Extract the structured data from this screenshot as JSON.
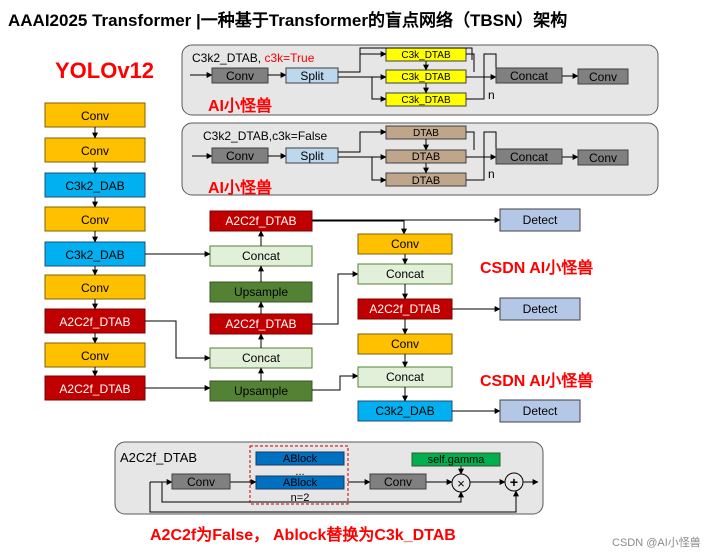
{
  "title": "AAAI2025 Transformer |一种基于Transformer的盲点网络（TBSN）架构",
  "model_label": "YOLOv12",
  "watermark_panel": "AI小怪兽",
  "watermark_csdn": "CSDN AI小怪兽",
  "footer_note": "A2C2f为False， Ablock替换为C3k_DTAB",
  "credit": "CSDN @AI小怪兽",
  "colors": {
    "conv": "#FFC000",
    "c3k2": "#00B0F0",
    "a2c2f": "#C00000",
    "concat": "#E2F0D9",
    "upsample": "#548235",
    "detect": "#B4C7E7",
    "gray": "#808080",
    "panel": "#E7E6E6",
    "dtab_true": "#FFFF00",
    "dtab_false": "#BFA58A",
    "ablock": "#0070C0",
    "gamma": "#00B050",
    "red_text": "#FF0000"
  },
  "panel_true": {
    "header_plain": "C3k2_DTAB, ",
    "header_flag": "c3k=True",
    "conv_in": "Conv",
    "split": "Split",
    "branches": [
      "C3k_DTAB",
      "C3k_DTAB",
      "C3k_DTAB"
    ],
    "concat": "Concat",
    "conv_out": "Conv",
    "n": "n"
  },
  "panel_false": {
    "header": "C3k2_DTAB,c3k=False",
    "conv_in": "Conv",
    "split": "Split",
    "branches": [
      "DTAB",
      "DTAB",
      "DTAB"
    ],
    "concat": "Concat",
    "conv_out": "Conv",
    "n": "n"
  },
  "backbone": [
    "Conv",
    "Conv",
    "C3k2_DAB",
    "Conv",
    "C3k2_DAB",
    "Conv",
    "A2C2f_DTAB",
    "Conv",
    "A2C2f_DTAB"
  ],
  "neck_mid": [
    "A2C2f_DTAB",
    "Concat",
    "Upsample",
    "A2C2f_DTAB",
    "Concat",
    "Upsample"
  ],
  "neck_right": [
    "Conv",
    "Concat",
    "A2C2f_DTAB",
    "Conv",
    "Concat",
    "C3k2_DAB"
  ],
  "detect": [
    "Detect",
    "Detect",
    "Detect"
  ],
  "a2c2f_panel": {
    "header": "A2C2f_DTAB",
    "conv_in": "Conv",
    "ablock": "ABlock",
    "dots": "...",
    "repeat": "n=2",
    "conv_out": "Conv",
    "gamma": "self.gamma",
    "multiply": "×",
    "add": "+"
  }
}
